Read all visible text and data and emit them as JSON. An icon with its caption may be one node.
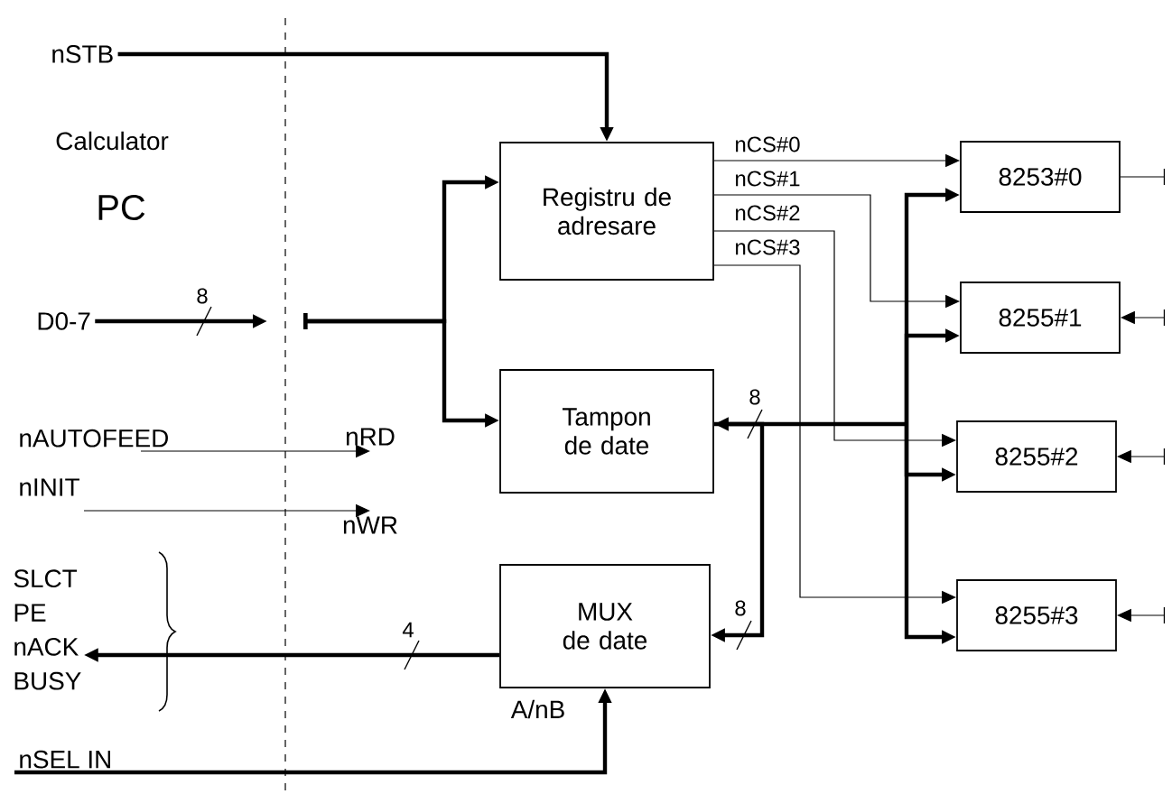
{
  "diagram": {
    "nodes": [
      {
        "text": [
          "Registru de adresare"
        ]
      },
      {
        "text": [
          "Tampon de date"
        ]
      },
      {
        "text": [
          "MUX de date"
        ],
        "beside": [
          "A/nB"
        ]
      },
      {
        "text": [
          "8253#0"
        ]
      },
      {
        "text": [
          "8255#1"
        ]
      },
      {
        "text": [
          "8255#2"
        ]
      },
      {
        "text": [
          "8255#3"
        ]
      },
      {
        "text": [
          "nSTB"
        ]
      },
      {
        "text": [
          "D0-7"
        ]
      },
      {
        "text": [
          "nAUTOFEED"
        ]
      },
      {
        "text": [
          "nRD"
        ]
      },
      {
        "text": [
          "nINIT"
        ]
      },
      {
        "text": [
          "nWR"
        ]
      },
      {
        "text": [
          "SLCT",
          "PE",
          "nACK",
          "BUSY"
        ]
      },
      {
        "text": [
          "nSEL IN"
        ]
      }
    ],
    "edges": [
      {
        "from": 7,
        "to": 0,
        "arrow": "to"
      },
      {
        "from": 8,
        "to": null,
        "arrow": "to",
        "label": "8"
      },
      {
        "from": null,
        "to": 0,
        "arrow": "to"
      },
      {
        "from": null,
        "to": 1,
        "arrow": "to"
      },
      {
        "from": 0,
        "to": 3,
        "arrow": "to",
        "label": "nCS#0"
      },
      {
        "from": 0,
        "to": 4,
        "arrow": "to",
        "label": "nCS#1"
      },
      {
        "from": 0,
        "to": 5,
        "arrow": "to",
        "label": "nCS#2"
      },
      {
        "from": 0,
        "to": 6,
        "arrow": "to",
        "label": "nCS#3"
      },
      {
        "from": 3,
        "to": 1,
        "arrow": "both"
      },
      {
        "from": 4,
        "to": 1,
        "arrow": "both"
      },
      {
        "from": 5,
        "to": 1,
        "arrow": "both"
      },
      {
        "from": 6,
        "to": 1,
        "arrow": "both"
      },
      {
        "from": 1,
        "to": 2,
        "arrow": "to",
        "label": "8"
      },
      {
        "from": 2,
        "to": 13,
        "arrow": "to",
        "label": "4"
      },
      {
        "from": 14,
        "to": 2,
        "arrow": "to"
      },
      {
        "from": 9,
        "to": 10,
        "arrow": "to"
      },
      {
        "from": 11,
        "to": 12,
        "arrow": "to"
      },
      {
        "from": 3,
        "to": null,
        "arrow": "none"
      },
      {
        "from": null,
        "to": 4,
        "arrow": "to"
      },
      {
        "from": null,
        "to": 5,
        "arrow": "to"
      },
      {
        "from": null,
        "to": 6,
        "arrow": "to"
      }
    ],
    "labels": [
      "Calculator",
      "PC",
      "8"
    ]
  }
}
